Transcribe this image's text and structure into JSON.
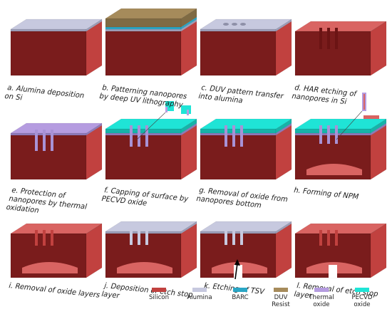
{
  "panels": [
    {
      "id": "a",
      "caption": [
        "a. Alumina deposition",
        "on Si"
      ]
    },
    {
      "id": "b",
      "caption": [
        "b. Patterning nanopores",
        "by deep UV lithography"
      ]
    },
    {
      "id": "c",
      "caption": [
        "c. DUV pattern transfer",
        "into alumina"
      ]
    },
    {
      "id": "d",
      "caption": [
        "d. HAR etching of",
        "nanopores in Si"
      ]
    },
    {
      "id": "e",
      "caption": [
        "e. Protection of",
        "nanopores by thermal",
        "oxidation"
      ]
    },
    {
      "id": "f",
      "caption": [
        "f. Capping of surface by",
        "PECVD oxide"
      ]
    },
    {
      "id": "g",
      "caption": [
        "g. Removal of oxide from",
        "nanopores bottom"
      ]
    },
    {
      "id": "h",
      "caption": [
        "h. Forming of NPM"
      ]
    },
    {
      "id": "i",
      "caption": [
        "i. Removal of oxide layers"
      ]
    },
    {
      "id": "j",
      "caption": [
        "j. Deposition of etch stop",
        "layer"
      ]
    },
    {
      "id": "k",
      "caption": [
        "k. Etching of TSV"
      ]
    },
    {
      "id": "l",
      "caption": [
        "l. Removal of etch stop",
        "layer"
      ]
    }
  ],
  "legend": [
    {
      "label": [
        "Silicon"
      ],
      "color": "#c1413f"
    },
    {
      "label": [
        "Alumina"
      ],
      "color": "#c7c9df"
    },
    {
      "label": [
        "BARC"
      ],
      "color": "#2aa6c5"
    },
    {
      "label": [
        "DUV",
        "Resist"
      ],
      "color": "#a68b5b"
    },
    {
      "label": [
        "Thermal",
        "oxide"
      ],
      "color": "#b59ce0"
    },
    {
      "label": [
        "PECVD",
        "oxide"
      ],
      "color": "#1fe4d6"
    }
  ],
  "colors": {
    "silicon_front": "#7a1c1c",
    "silicon_side": "#c1413f",
    "silicon_top": "#d96462",
    "alumina_top": "#c7c9df",
    "alumina_side": "#9c9eb8",
    "barc": "#2aa6c5",
    "resist_top": "#a68b5b",
    "resist_side": "#7f6a43",
    "thermal_top": "#b59ce0",
    "thermal_side": "#8f79b9",
    "pecvd_top": "#1fe4d6",
    "pecvd_side": "#16b3a8"
  }
}
